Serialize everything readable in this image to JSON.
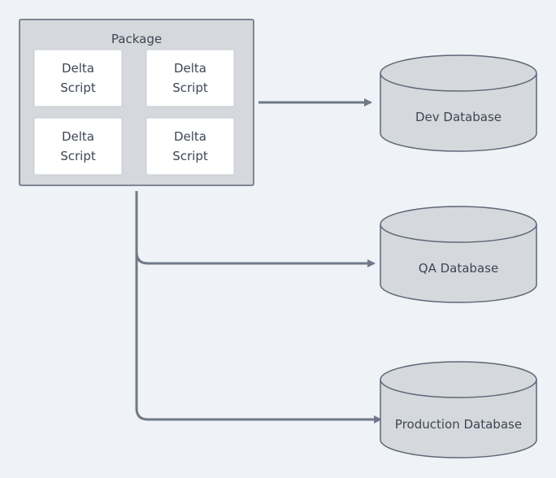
{
  "package": {
    "title": "Package",
    "scripts": [
      {
        "line1": "Delta",
        "line2": "Script"
      },
      {
        "line1": "Delta",
        "line2": "Script"
      },
      {
        "line1": "Delta",
        "line2": "Script"
      },
      {
        "line1": "Delta",
        "line2": "Script"
      }
    ]
  },
  "databases": [
    {
      "label": "Dev Database"
    },
    {
      "label": "QA Database"
    },
    {
      "label": "Production Database"
    }
  ],
  "colors": {
    "background": "#eff2f6",
    "package_fill": "#d5d8dc",
    "package_stroke": "#5d6778",
    "script_fill": "#ffffff",
    "script_stroke": "#c7ccd3",
    "db_fill": "#d5d8dc",
    "db_stroke": "#5d6778",
    "arrow": "#6f7987",
    "text": "#3d4654"
  }
}
